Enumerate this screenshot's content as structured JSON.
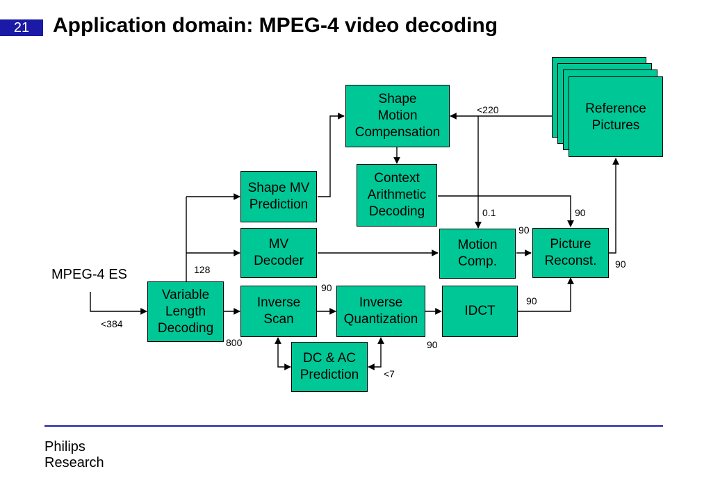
{
  "slide": {
    "number": "21",
    "title": "Application domain: MPEG-4 video decoding"
  },
  "input_label": "MPEG-4 ES",
  "blocks": {
    "vld": "Variable\nLength\nDecoding",
    "shape_mv": "Shape MV\nPrediction",
    "mv_decoder": "MV\nDecoder",
    "inverse_scan": "Inverse\nScan",
    "inverse_quant": "Inverse\nQuantization",
    "dc_ac": "DC & AC\nPrediction",
    "idct": "IDCT",
    "shape_mc": "Shape\nMotion\nCompensation",
    "cad": "Context\nArithmetic\nDecoding",
    "motion_comp": "Motion\nComp.",
    "picture_reconst": "Picture\nReconst.",
    "reference": "Reference\nPictures"
  },
  "rates": {
    "es_in": "<384",
    "vld_to_mv": "128",
    "vld_to_scan": "800",
    "scan_to_quant": "90",
    "quant_to_idct": "90",
    "dcac": "<7",
    "idct_to_recon": "90",
    "ref_to_shape": "<220",
    "ref_to_mc": "0.1",
    "cad_to_recon": "90",
    "mc_to_recon": "90",
    "recon_to_ref": "90"
  },
  "footer": "Philips\nResearch",
  "colors": {
    "block_fill": "#00c796",
    "accent": "#1a1aa6"
  }
}
